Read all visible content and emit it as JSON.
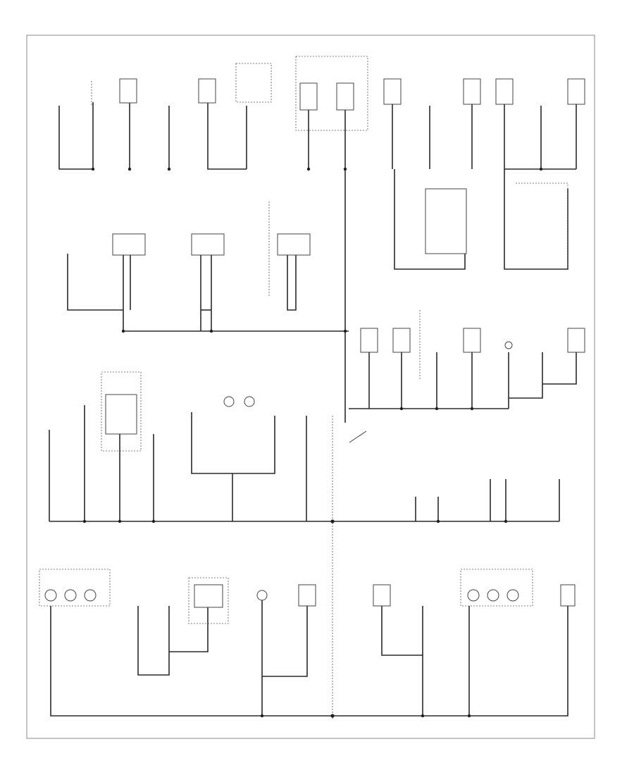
{
  "diagram": {
    "footer_code": "",
    "components": [
      {
        "id": "c1",
        "label": ""
      },
      {
        "id": "c2",
        "label": ""
      },
      {
        "id": "c3",
        "label": ""
      },
      {
        "id": "c4",
        "label": ""
      },
      {
        "id": "c5",
        "label": ""
      },
      {
        "id": "c6",
        "label": ""
      },
      {
        "id": "c7",
        "label": ""
      },
      {
        "id": "c8",
        "label": ""
      }
    ]
  }
}
